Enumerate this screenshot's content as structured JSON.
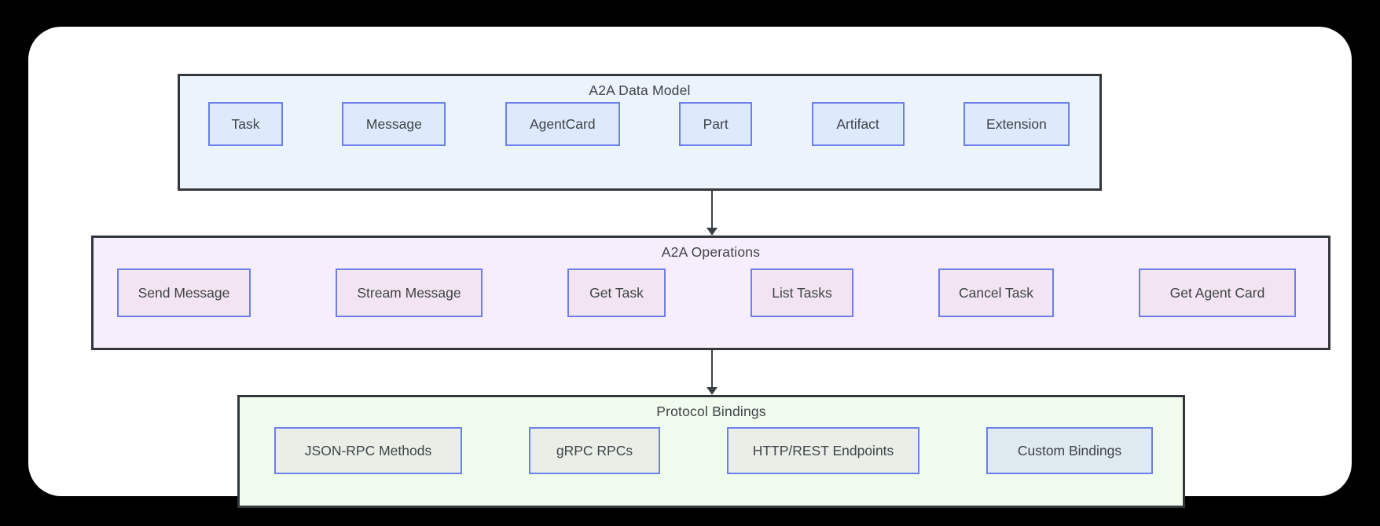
{
  "groups": [
    {
      "id": "data-model",
      "title": "A2A Data Model",
      "boxes": [
        {
          "label": "Task"
        },
        {
          "label": "Message"
        },
        {
          "label": "AgentCard"
        },
        {
          "label": "Part"
        },
        {
          "label": "Artifact"
        },
        {
          "label": "Extension"
        }
      ]
    },
    {
      "id": "operations",
      "title": "A2A Operations",
      "boxes": [
        {
          "label": "Send Message"
        },
        {
          "label": "Stream Message"
        },
        {
          "label": "Get Task"
        },
        {
          "label": "List Tasks"
        },
        {
          "label": "Cancel Task"
        },
        {
          "label": "Get Agent Card"
        }
      ]
    },
    {
      "id": "protocol-bindings",
      "title": "Protocol Bindings",
      "boxes": [
        {
          "label": "JSON-RPC Methods"
        },
        {
          "label": "gRPC RPCs"
        },
        {
          "label": "HTTP/REST Endpoints"
        },
        {
          "label": "Custom Bindings",
          "variant": "blue"
        }
      ]
    }
  ],
  "arrows": [
    {
      "from": "data-model",
      "to": "operations"
    },
    {
      "from": "operations",
      "to": "protocol-bindings"
    }
  ],
  "palette": {
    "page_bg": "#000000",
    "canvas_bg": "#ffffff",
    "container_border": "#33373b",
    "box_border": "#6d7fe8",
    "text": "#3f4449",
    "arrow": "#3a4047",
    "g1_bg": "#ebf3fc",
    "g1_box_bg": "#ddeafc",
    "g2_bg": "#f7eefd",
    "g2_box_bg": "#f2e4f0",
    "g3_bg": "#effbec",
    "g3_box_bg": "#e9efe6",
    "custom_box_bg": "#dfe9f0"
  }
}
